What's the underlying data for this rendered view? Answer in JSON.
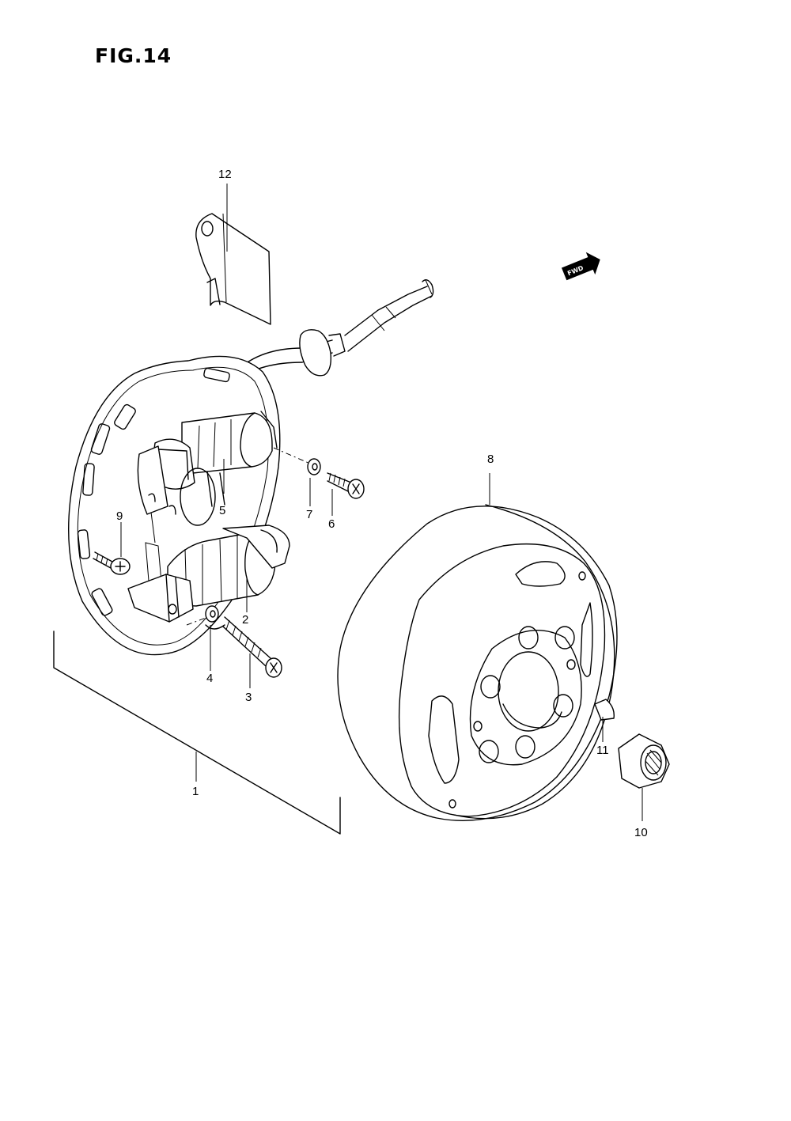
{
  "figure": {
    "title": "FIG.14"
  },
  "direction_badge": {
    "text": "FWD"
  },
  "callouts": [
    {
      "id": "1",
      "text": "1"
    },
    {
      "id": "2",
      "text": "2"
    },
    {
      "id": "3",
      "text": "3"
    },
    {
      "id": "4",
      "text": "4"
    },
    {
      "id": "5",
      "text": "5"
    },
    {
      "id": "6",
      "text": "6"
    },
    {
      "id": "7",
      "text": "7"
    },
    {
      "id": "8",
      "text": "8"
    },
    {
      "id": "9",
      "text": "9"
    },
    {
      "id": "10",
      "text": "10"
    },
    {
      "id": "11",
      "text": "11"
    },
    {
      "id": "12",
      "text": "12"
    }
  ]
}
